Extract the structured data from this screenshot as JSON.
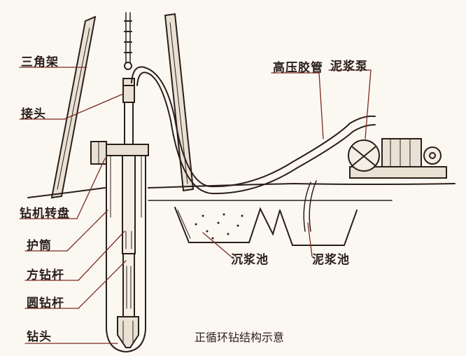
{
  "labels": {
    "tripod": "三角架",
    "connector": "接头",
    "turntable": "钻机转盘",
    "casing": "护筒",
    "square_rod": "方钻杆",
    "round_rod": "圆钻杆",
    "drill_bit": "钻头",
    "hose": "高压胶管",
    "mud_pump": "泥浆泵",
    "settling_pit": "沉浆池",
    "mud_pit": "泥浆池"
  },
  "caption": "正循环钻结构示意",
  "colors": {
    "ink": "#2b1e1a",
    "leader": "#7a2a22",
    "paper": "#fbf8f1"
  }
}
